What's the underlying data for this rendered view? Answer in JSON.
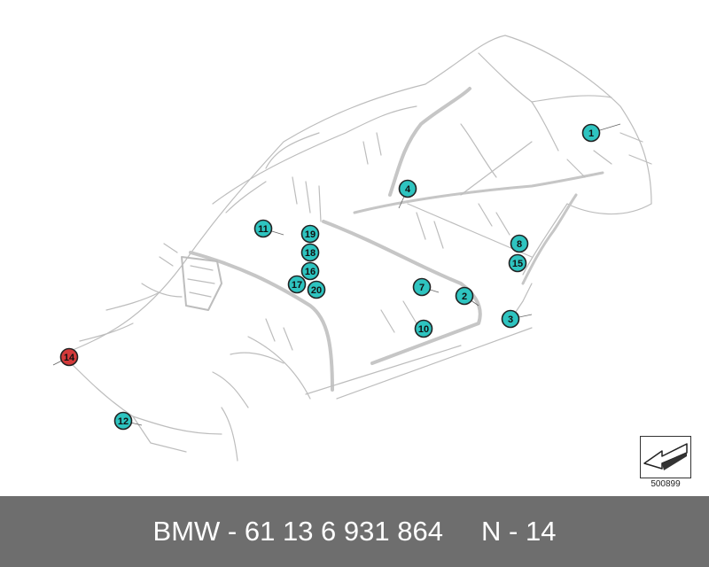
{
  "diagram": {
    "callouts": [
      {
        "label": "1",
        "highlight": false
      },
      {
        "label": "2",
        "highlight": false
      },
      {
        "label": "3",
        "highlight": false
      },
      {
        "label": "4",
        "highlight": false
      },
      {
        "label": "7",
        "highlight": false
      },
      {
        "label": "8",
        "highlight": false
      },
      {
        "label": "10",
        "highlight": false
      },
      {
        "label": "11",
        "highlight": false
      },
      {
        "label": "12",
        "highlight": false
      },
      {
        "label": "14",
        "highlight": true
      },
      {
        "label": "15",
        "highlight": false
      },
      {
        "label": "16",
        "highlight": false
      },
      {
        "label": "17",
        "highlight": false
      },
      {
        "label": "18",
        "highlight": false
      },
      {
        "label": "19",
        "highlight": false
      },
      {
        "label": "20",
        "highlight": false
      }
    ],
    "colors": {
      "callout_fill": "#2ec4c0",
      "highlight_fill": "#d33a3a",
      "harness": "#bdbdbd"
    },
    "ref_number": "500899"
  },
  "footer": {
    "text": "BMW - 61 13 6 931 864     N - 14"
  }
}
